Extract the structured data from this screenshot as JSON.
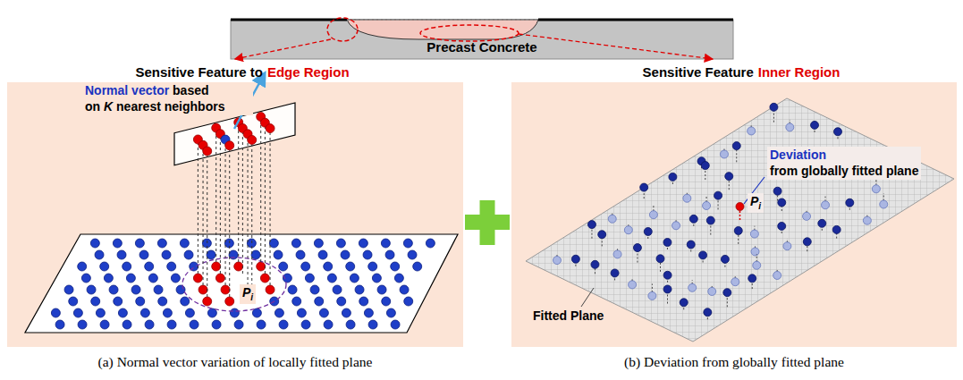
{
  "diagram": {
    "nodes": [
      {
        "text": [
          "Precast Concrete"
        ]
      },
      {
        "text": [
          "Sensitive Feature to",
          "Edge Region"
        ]
      },
      {
        "text": [
          "Sensitive Feature",
          "Inner Region"
        ]
      }
    ],
    "edges": [
      {
        "from": 0,
        "to": 1,
        "arrow": "to"
      },
      {
        "from": 0,
        "to": 2,
        "arrow": "to"
      }
    ],
    "labels": [
      "Normal vector",
      "based on",
      "K",
      "nearest neighbors",
      "P",
      "i",
      "Deviation",
      "from globally fitted plane",
      "Fitted Plane",
      "P",
      "i",
      "(a) Normal vector variation of locally fitted plane",
      "(b) Deviation from globally fitted plane"
    ]
  }
}
